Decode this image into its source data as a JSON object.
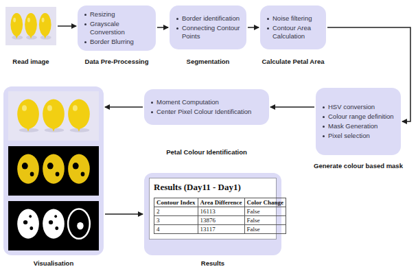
{
  "diagram": {
    "nodes": [
      {
        "text": [
          "Read image"
        ]
      },
      {
        "text": [
          "Resizing",
          "Grayscale Converstion",
          "Border Blurring",
          "Data Pre-Processing"
        ]
      },
      {
        "text": [
          "Border identification",
          "Connecting Contour Points",
          "Segmentation"
        ]
      },
      {
        "text": [
          "Noise filtering",
          "Contour Area Calculation",
          "Calculate Petal Area"
        ]
      },
      {
        "text": [
          "HSV conversion",
          "Colour range definition",
          "Mask Generation",
          "Pixel selection",
          "Generate colour based mask"
        ]
      },
      {
        "text": [
          "Moment Computation",
          "Center Pixel Colour Identification",
          "Petal Colour Identification"
        ]
      },
      {
        "text": [
          "Visualisation"
        ]
      },
      {
        "text": [
          "Results (Day11 - Day1)",
          "Results"
        ]
      }
    ],
    "edges": [
      {
        "from": 0,
        "to": 1,
        "arrow": "to"
      },
      {
        "from": 1,
        "to": 2,
        "arrow": "to"
      },
      {
        "from": 2,
        "to": 3,
        "arrow": "to"
      },
      {
        "from": 3,
        "to": 4,
        "arrow": "to"
      },
      {
        "from": 4,
        "to": 5,
        "arrow": "to"
      },
      {
        "from": 5,
        "to": 6,
        "arrow": "to"
      },
      {
        "from": 6,
        "to": 7,
        "arrow": "to"
      }
    ],
    "labels": [
      "Contour Index",
      "Area Difference",
      "Color Change",
      "2",
      "16113",
      "False",
      "3",
      "13876",
      "False",
      "4",
      "13117",
      "False"
    ]
  }
}
